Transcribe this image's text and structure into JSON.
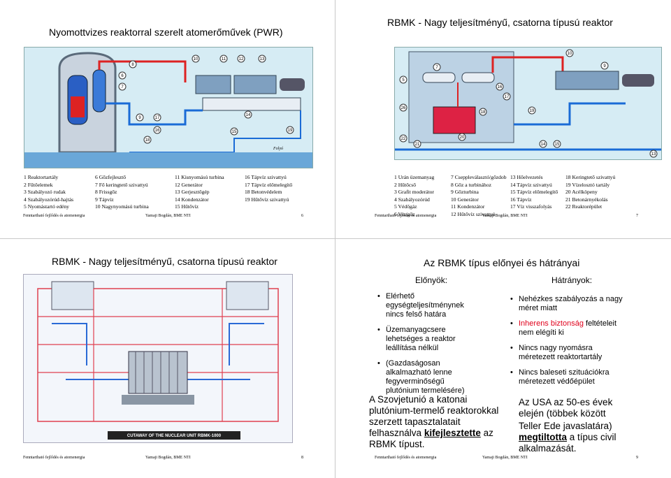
{
  "slide6": {
    "title": "Nyomottvizes reaktorral szerelt atomerőművek (PWR)",
    "river_label": "Folyó",
    "diagram_numbers": [
      "10",
      "11",
      "12",
      "13",
      "6",
      "7",
      "8",
      "9",
      "16",
      "17",
      "14",
      "18",
      "15",
      "19"
    ],
    "legend": [
      [
        "1 Reaktortartály",
        "2 Fűtőelemek",
        "3 Szabályozó rudak",
        "4 Szabályozórúd-hajtás",
        "5 Nyomástartó edény"
      ],
      [
        "6 Gőzfejlesztő",
        "7 Fő keringtető szivattyú",
        "8 Frissgőz",
        "9 Tápvíz",
        "10 Nagynyomású turbina"
      ],
      [
        "11 Kisnyomású turbina",
        "12 Generátor",
        "13 Gerjesztőgép",
        "14 Kondenzátor",
        "15 Hűtővíz"
      ],
      [
        "16 Tápvíz szivattyú",
        "17 Tápvíz előmelegítő",
        "18 Betonvédelem",
        "19 Hűtővíz szivattyú"
      ]
    ],
    "footer": {
      "left": "Fenntartható fejlődés és atomenergia",
      "center": "Yamaji Bogdán, BME NTI",
      "page": "6"
    }
  },
  "slide7": {
    "title": "RBMK - Nagy teljesítményű, csatorna típusú reaktor",
    "diagram_numbers": [
      "10",
      "5",
      "7",
      "16",
      "17",
      "18",
      "19",
      "20",
      "26",
      "22",
      "21",
      "9",
      "14",
      "15",
      "13"
    ],
    "legend": [
      [
        "1 Urán üzemanyag",
        "2 Hűtőcső",
        "3 Grafit moderátor",
        "4 Szabályozórúd",
        "5 Védőgáz",
        "6 Víz/gőz"
      ],
      [
        "7 Cseppleválasztó/gőzdob",
        "8 Gőz a turbinához",
        "9 Gőzturbina",
        "10 Generátor",
        "11 Kondenzátor",
        "12 Hűtővíz szivattyú"
      ],
      [
        "13 Hőelvezetés",
        "14 Tápvíz szivattyú",
        "15 Tápvíz előmelegítő",
        "16 Tápvíz",
        "17 Víz visszafolyás"
      ],
      [
        "18 Keringtető szivattyú",
        "19 Vízelosztó tartály",
        "20 Acélköpeny",
        "21 Betonárnyékolás",
        "22 Reaktorépület"
      ]
    ],
    "footer": {
      "left": "Fenntartható fejlődés és atomenergia",
      "center": "Yamaji Bogdán, BME NTI",
      "page": "7"
    }
  },
  "slide8": {
    "title": "RBMK - Nagy teljesítményű, csatorna típusú reaktor",
    "caption": "CUTAWAY OF THE NUCLEAR UNIT RBMK-1000",
    "footer": {
      "left": "Fenntartható fejlődés és atomenergia",
      "center": "Yamaji Bogdán, BME NTI",
      "page": "8"
    }
  },
  "slide9": {
    "title": "Az RBMK típus előnyei és hátrányai",
    "pros_heading": "Előnyök:",
    "cons_heading": "Hátrányok:",
    "pros": [
      "Elérhető egységteljesítménynek nincs felső határa",
      "Üzemanyagcsere lehetséges a reaktor leállítása nélkül",
      "(Gazdaságosan alkalmazható lenne fegyverminőségű plutónium termelésére)"
    ],
    "cons": [
      "Nehézkes szabályozás a nagy méret miatt",
      "Nincs nagy nyomásra méretezett reaktortartály",
      "Nincs baleseti szituációkra méretezett védőépület"
    ],
    "cons_red_item": {
      "red": "Inherens biztonság",
      "rest": " feltételeit nem elégíti ki"
    },
    "note_left": {
      "pre": "A Szovjetunió a katonai plutónium-termelő reaktorokkal szerzett tapasztalatait felhasználva ",
      "bold": "kifejlesztette",
      "post": " az RBMK típust."
    },
    "note_right_1": "Az USA az 50-es évek elején (többek között",
    "note_right_2": {
      "pre": "Teller Ede javaslatára) ",
      "bold": "megtiltotta",
      "post": " a típus civil alkalmazását."
    },
    "footer": {
      "left": "Fenntartható fejlődés és atomenergia",
      "center": "Yamaji Bogdán, BME NTI",
      "page": "9"
    }
  }
}
